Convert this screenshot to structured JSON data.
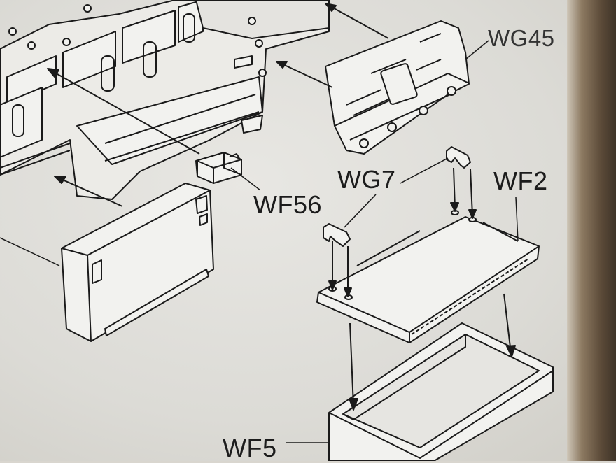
{
  "diagram": {
    "labels": {
      "wg45": "WG45",
      "wf56": "WF56",
      "wg7": "WG7",
      "wf2": "WF2",
      "wf5": "WF5"
    },
    "colors": {
      "paper": "#e2e1dc",
      "ink": "#1a1a1a",
      "part_fill": "#f2f2ef",
      "wood_edge": "#5b4a38"
    }
  }
}
